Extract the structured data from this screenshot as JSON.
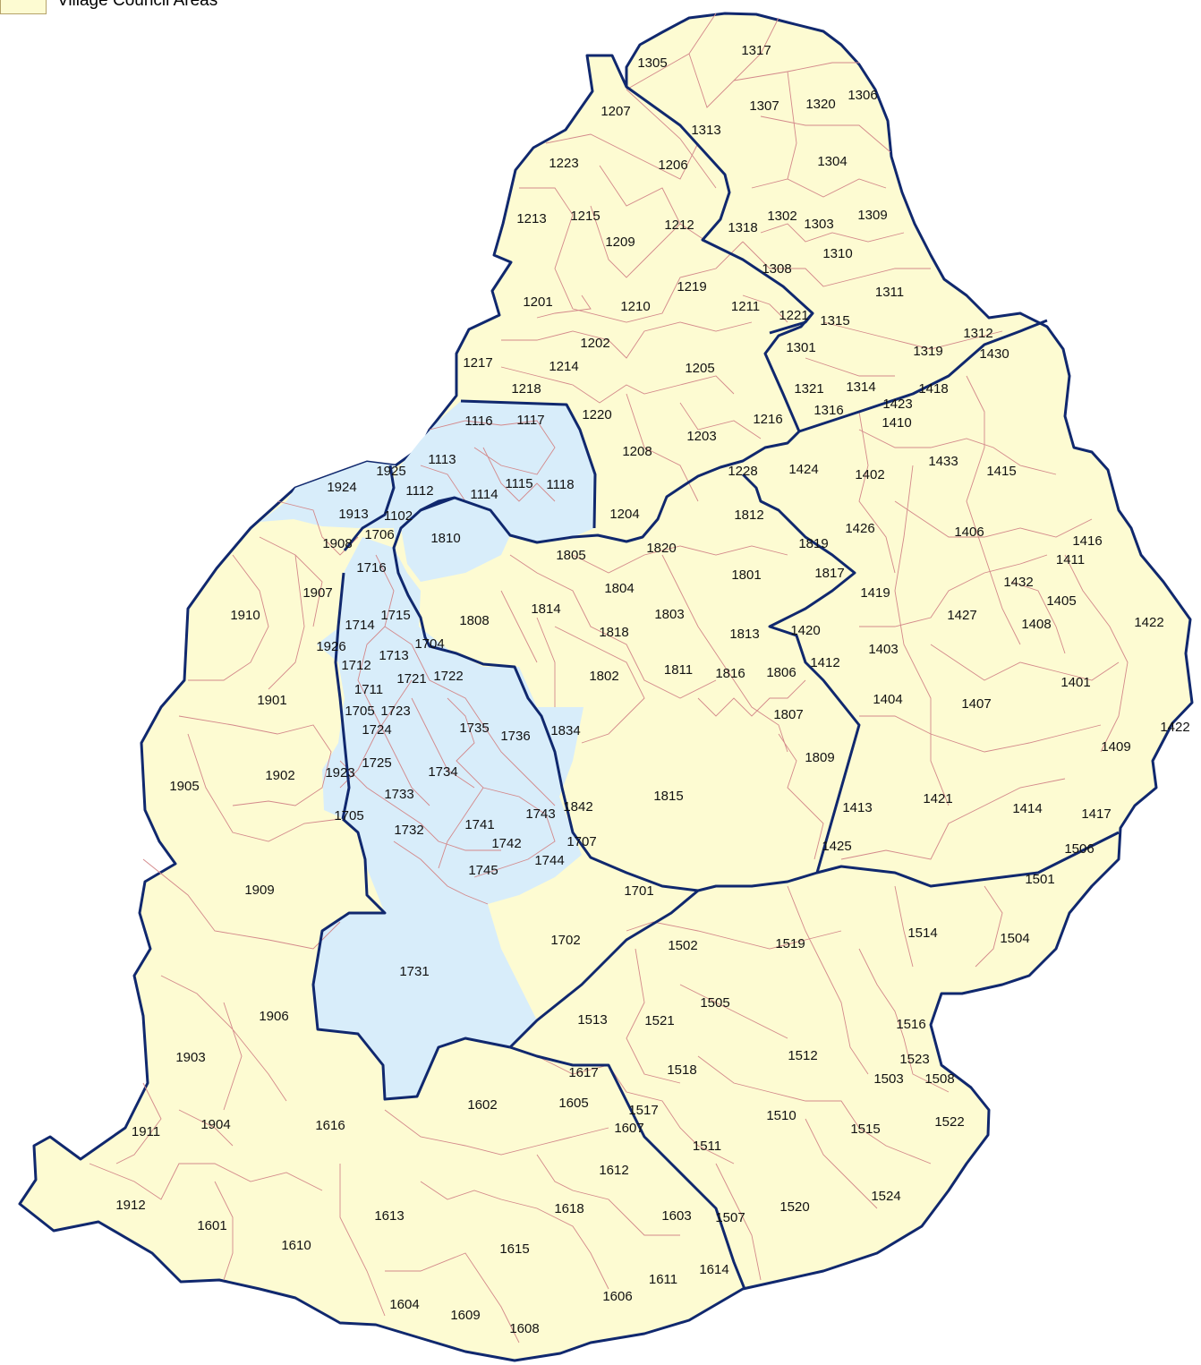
{
  "legend": {
    "label": "Village Council Areas",
    "swatch_color": "#fdfbd2"
  },
  "colors": {
    "land_fill": "#fdfbd2",
    "urban_fill": "#d8edfa",
    "area_border": "#d3888a",
    "district_border": "#10286e"
  },
  "areas": [
    {
      "id": "1305"
    },
    {
      "id": "1317"
    },
    {
      "id": "1306"
    },
    {
      "id": "1207"
    },
    {
      "id": "1307"
    },
    {
      "id": "1320"
    },
    {
      "id": "1313"
    },
    {
      "id": "1304"
    },
    {
      "id": "1223"
    },
    {
      "id": "1206"
    },
    {
      "id": "1213"
    },
    {
      "id": "1215"
    },
    {
      "id": "1302"
    },
    {
      "id": "1303"
    },
    {
      "id": "1309"
    },
    {
      "id": "1212"
    },
    {
      "id": "1318"
    },
    {
      "id": "1209"
    },
    {
      "id": "1310"
    },
    {
      "id": "1308"
    },
    {
      "id": "1219"
    },
    {
      "id": "1311"
    },
    {
      "id": "1201"
    },
    {
      "id": "1210"
    },
    {
      "id": "1211"
    },
    {
      "id": "1221"
    },
    {
      "id": "1315"
    },
    {
      "id": "1312"
    },
    {
      "id": "1202"
    },
    {
      "id": "1301"
    },
    {
      "id": "1319"
    },
    {
      "id": "1430"
    },
    {
      "id": "1217"
    },
    {
      "id": "1214"
    },
    {
      "id": "1205"
    },
    {
      "id": "1218"
    },
    {
      "id": "1321"
    },
    {
      "id": "1314"
    },
    {
      "id": "1418"
    },
    {
      "id": "1423"
    },
    {
      "id": "1316"
    },
    {
      "id": "1220"
    },
    {
      "id": "1116"
    },
    {
      "id": "1117"
    },
    {
      "id": "1216"
    },
    {
      "id": "1410"
    },
    {
      "id": "1203"
    },
    {
      "id": "1208"
    },
    {
      "id": "1113"
    },
    {
      "id": "1925"
    },
    {
      "id": "1433"
    },
    {
      "id": "1228"
    },
    {
      "id": "1424"
    },
    {
      "id": "1402"
    },
    {
      "id": "1415"
    },
    {
      "id": "1115"
    },
    {
      "id": "1118"
    },
    {
      "id": "1924"
    },
    {
      "id": "1112"
    },
    {
      "id": "1114"
    },
    {
      "id": "1812"
    },
    {
      "id": "1204"
    },
    {
      "id": "1913"
    },
    {
      "id": "1102"
    },
    {
      "id": "1426"
    },
    {
      "id": "1406"
    },
    {
      "id": "1706"
    },
    {
      "id": "1810"
    },
    {
      "id": "1908"
    },
    {
      "id": "1820"
    },
    {
      "id": "1819"
    },
    {
      "id": "1416"
    },
    {
      "id": "1805"
    },
    {
      "id": "1411"
    },
    {
      "id": "1716"
    },
    {
      "id": "1817"
    },
    {
      "id": "1801"
    },
    {
      "id": "1432"
    },
    {
      "id": "1804"
    },
    {
      "id": "1907"
    },
    {
      "id": "1419"
    },
    {
      "id": "1405"
    },
    {
      "id": "1910"
    },
    {
      "id": "1715"
    },
    {
      "id": "1814"
    },
    {
      "id": "1803"
    },
    {
      "id": "1808"
    },
    {
      "id": "1427"
    },
    {
      "id": "1422"
    },
    {
      "id": "1714"
    },
    {
      "id": "1408"
    },
    {
      "id": "1818"
    },
    {
      "id": "1420"
    },
    {
      "id": "1813"
    },
    {
      "id": "1926"
    },
    {
      "id": "1704"
    },
    {
      "id": "1713"
    },
    {
      "id": "1403"
    },
    {
      "id": "1712"
    },
    {
      "id": "1412"
    },
    {
      "id": "1722"
    },
    {
      "id": "1721"
    },
    {
      "id": "1811"
    },
    {
      "id": "1806"
    },
    {
      "id": "1802"
    },
    {
      "id": "1816"
    },
    {
      "id": "1401"
    },
    {
      "id": "1901"
    },
    {
      "id": "1711"
    },
    {
      "id": "1404"
    },
    {
      "id": "1407"
    },
    {
      "id": "1705"
    },
    {
      "id": "1723"
    },
    {
      "id": "1807"
    },
    {
      "id": "1735"
    },
    {
      "id": "1834"
    },
    {
      "id": "1422"
    },
    {
      "id": "1724"
    },
    {
      "id": "1736"
    },
    {
      "id": "1409"
    },
    {
      "id": "1809"
    },
    {
      "id": "1725"
    },
    {
      "id": "1923"
    },
    {
      "id": "1902"
    },
    {
      "id": "1734"
    },
    {
      "id": "1905"
    },
    {
      "id": "1815"
    },
    {
      "id": "1733"
    },
    {
      "id": "1421"
    },
    {
      "id": "1842"
    },
    {
      "id": "1413"
    },
    {
      "id": "1414"
    },
    {
      "id": "1743"
    },
    {
      "id": "1705"
    },
    {
      "id": "1417"
    },
    {
      "id": "1741"
    },
    {
      "id": "1732"
    },
    {
      "id": "1707"
    },
    {
      "id": "1742"
    },
    {
      "id": "1425"
    },
    {
      "id": "1506"
    },
    {
      "id": "1744"
    },
    {
      "id": "1745"
    },
    {
      "id": "1501"
    },
    {
      "id": "1909"
    },
    {
      "id": "1701"
    },
    {
      "id": "1514"
    },
    {
      "id": "1702"
    },
    {
      "id": "1502"
    },
    {
      "id": "1519"
    },
    {
      "id": "1504"
    },
    {
      "id": "1731"
    },
    {
      "id": "1505"
    },
    {
      "id": "1906"
    },
    {
      "id": "1513"
    },
    {
      "id": "1521"
    },
    {
      "id": "1516"
    },
    {
      "id": "1512"
    },
    {
      "id": "1523"
    },
    {
      "id": "1903"
    },
    {
      "id": "1518"
    },
    {
      "id": "1617"
    },
    {
      "id": "1503"
    },
    {
      "id": "1508"
    },
    {
      "id": "1605"
    },
    {
      "id": "1602"
    },
    {
      "id": "1517"
    },
    {
      "id": "1510"
    },
    {
      "id": "1522"
    },
    {
      "id": "1616"
    },
    {
      "id": "1607"
    },
    {
      "id": "1904"
    },
    {
      "id": "1515"
    },
    {
      "id": "1911"
    },
    {
      "id": "1511"
    },
    {
      "id": "1612"
    },
    {
      "id": "1912"
    },
    {
      "id": "1618"
    },
    {
      "id": "1524"
    },
    {
      "id": "1520"
    },
    {
      "id": "1613"
    },
    {
      "id": "1603"
    },
    {
      "id": "1507"
    },
    {
      "id": "1601"
    },
    {
      "id": "1610"
    },
    {
      "id": "1615"
    },
    {
      "id": "1614"
    },
    {
      "id": "1611"
    },
    {
      "id": "1606"
    },
    {
      "id": "1604"
    },
    {
      "id": "1609"
    },
    {
      "id": "1608"
    }
  ]
}
